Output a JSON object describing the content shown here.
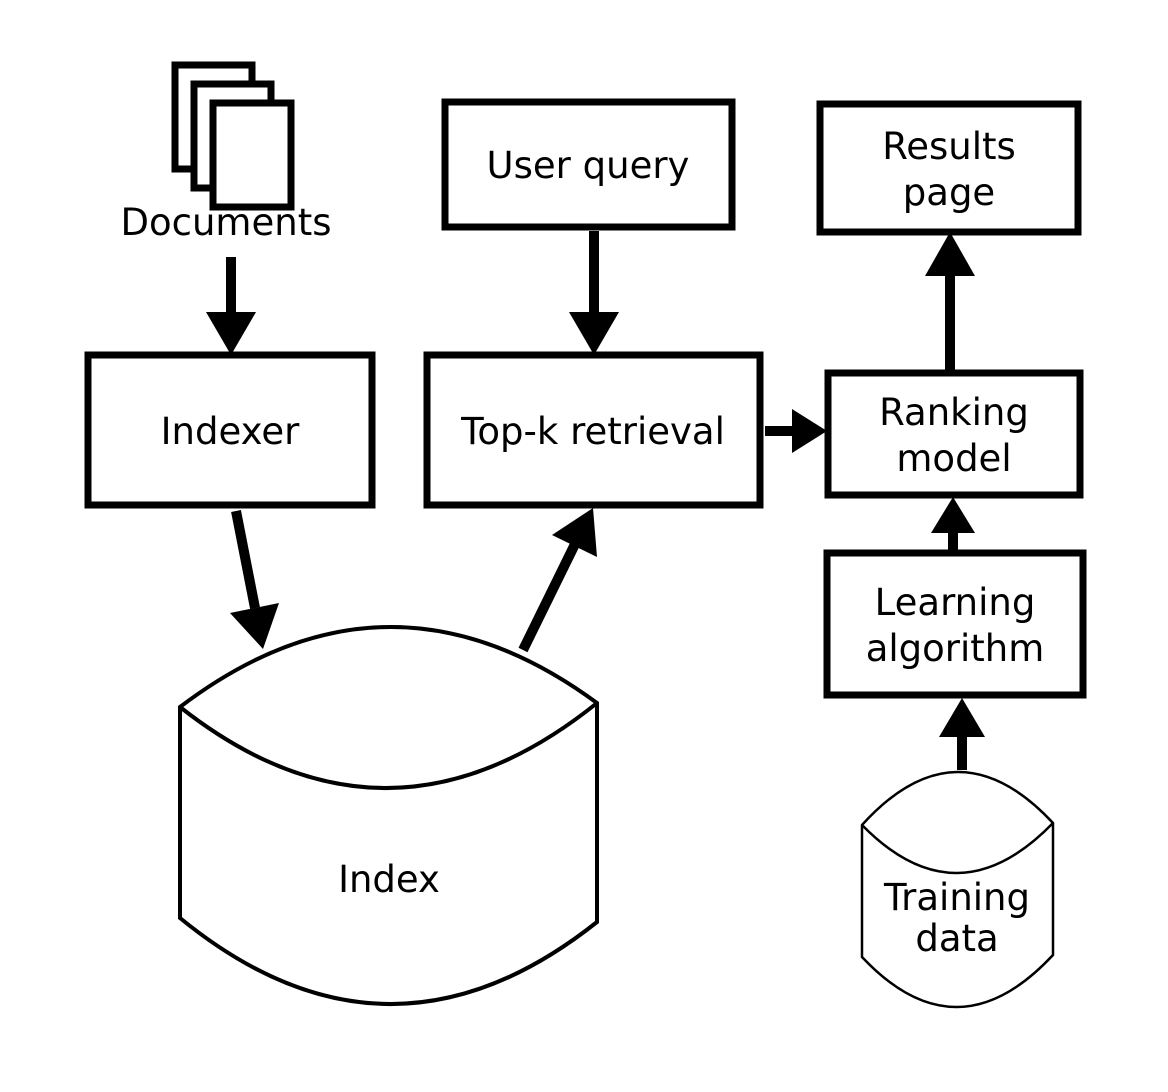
{
  "diagram": {
    "description": "Search engine / learning-to-rank architecture flowchart",
    "colors": {
      "stroke": "#000000",
      "fill": "#ffffff"
    },
    "nodes": {
      "documents": {
        "label": "Documents",
        "shape": "document-stack"
      },
      "indexer": {
        "label": "Indexer",
        "shape": "rectangle"
      },
      "user_query": {
        "label": "User query",
        "shape": "rectangle"
      },
      "top_k": {
        "label": "Top-k retrieval",
        "shape": "rectangle"
      },
      "results_page": {
        "line1": "Results",
        "line2": "page",
        "shape": "rectangle"
      },
      "ranking": {
        "line1": "Ranking",
        "line2": "model",
        "shape": "rectangle"
      },
      "learning": {
        "line1": "Learning",
        "line2": "algorithm",
        "shape": "rectangle"
      },
      "index_db": {
        "label": "Index",
        "shape": "datastore"
      },
      "training_db": {
        "line1": "Training",
        "line2": "data",
        "shape": "datastore"
      }
    },
    "edges": [
      {
        "from": "documents",
        "to": "indexer"
      },
      {
        "from": "indexer",
        "to": "index_db"
      },
      {
        "from": "index_db",
        "to": "top_k"
      },
      {
        "from": "user_query",
        "to": "top_k"
      },
      {
        "from": "top_k",
        "to": "ranking"
      },
      {
        "from": "ranking",
        "to": "results_page"
      },
      {
        "from": "learning",
        "to": "ranking"
      },
      {
        "from": "training_db",
        "to": "learning"
      }
    ]
  }
}
